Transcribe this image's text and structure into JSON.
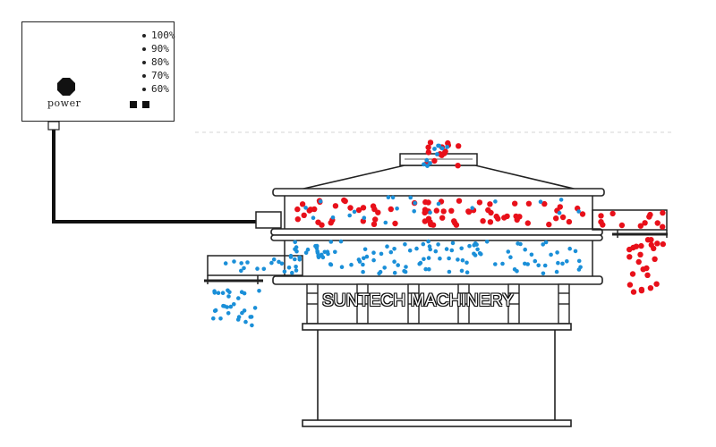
{
  "control_box": {
    "levels": [
      "100%",
      "90%",
      "80%",
      "70%",
      "60%"
    ],
    "power_label": "power"
  },
  "brand": "SUNTECH MACHINERY",
  "colors": {
    "line": "#222222",
    "coarse_particles": "#e8101a",
    "fine_particles": "#1a8fd8",
    "background": "#ffffff"
  },
  "icons": {
    "power_button": "power-button-icon",
    "indicator": "square-indicator-icon"
  }
}
